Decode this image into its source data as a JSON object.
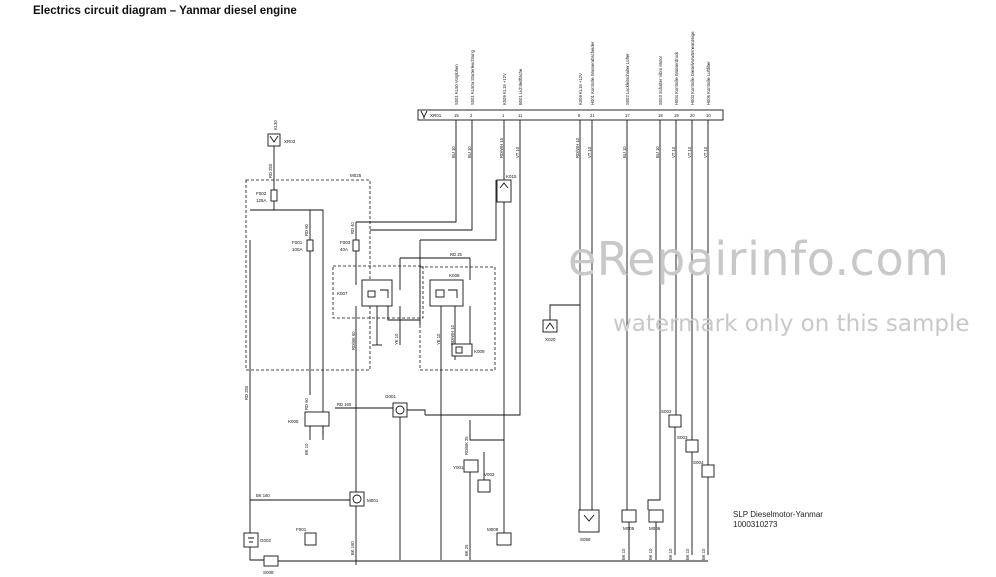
{
  "title": "Electrics circuit diagram – Yanmar diesel engine",
  "watermark": {
    "main": "eRepairinfo.com",
    "sub": "watermark only on this sample"
  },
  "reference": {
    "line1": "SLP Dieselmotor-Yanmar",
    "line2": "1000310273"
  },
  "connector": {
    "name": "XR01",
    "pins": [
      "15",
      "2",
      "1",
      "11",
      "9",
      "21",
      "17",
      "18",
      "19",
      "20",
      "10"
    ],
    "signals": [
      "S001 KL50 Vorglühen",
      "S001 KL50a Starterleuchtung",
      "K009 KL15 +12V",
      "B001 Lichtleitfläche",
      "K009 KL15 +12V",
      "H001 Kontrolle Wasserabscheider",
      "S002 Lackleitschalter Lüfter",
      "S003 Schalter Vibro Motor",
      "H004 Kontrolle Wasserdruck",
      "H003 Kontrolle Dieselvorwärmeanzeige",
      "H006 Kontrolle Luftfilter"
    ],
    "wire_codes": [
      "BU 10",
      "BU 10",
      "RD/WH 15",
      "VT 10",
      "RD/WH 10",
      "VT 10",
      "BU 10",
      "BU 10",
      "VT 10",
      "VT 10",
      "VT 10"
    ]
  },
  "components": {
    "xr03": "XR03",
    "kl30": "KL30",
    "m025": "M025",
    "f002": "F002",
    "f002_rating": "125A",
    "f001": "F001",
    "f001_rating": "100A",
    "f003": "F003",
    "f003_rating": "40A",
    "k007": "K007",
    "k008": "K008",
    "k009": "K009",
    "k015": "K015",
    "k005": "K005",
    "x020": "X020",
    "g001": "G001",
    "y001": "Y001",
    "v002": "V002",
    "m009": "M009",
    "m001": "M001",
    "f001b": "F001",
    "g002": "G002",
    "s008": "S008",
    "s058": "S058",
    "m005": "M005",
    "m006": "M006",
    "s002": "S002",
    "s003": "S003",
    "s004": "S004"
  },
  "wires": {
    "rd250a": "RD 250",
    "rd250b": "RD 250",
    "rd60a": "RD 60",
    "rd60b": "RD 60",
    "rd40": "RD 40",
    "rd25": "RD 25",
    "rd160": "RD 160",
    "bk160": "BK 160",
    "rdbk60": "RD/BK 60",
    "ye10a": "YE 10",
    "ye10b": "YE 10",
    "rdwh10": "RD/WH 10",
    "rdwh25": "RD/WH 25",
    "bk10": "BK 10",
    "bk25": "BK 25",
    "bk160b": "BK 160",
    "rdbk25": "RD/BK 25",
    "bk10s": "BK 10",
    "bk10m": "BK 10",
    "bk10n": "BK 10",
    "bk10o": "BK 10",
    "bk10p": "BK 10"
  }
}
